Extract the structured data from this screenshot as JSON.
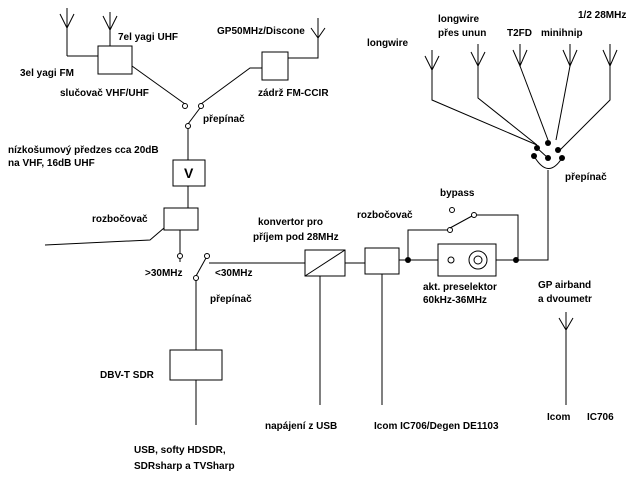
{
  "labels": {
    "yagi7": "7el yagi UHF",
    "yagi3": "3el yagi FM",
    "combiner": "slučovač VHF/UHF",
    "gp50": "GP50MHz/Discone",
    "fmfilter": "zádrž FM-CCIR",
    "switch1": "přepínač",
    "lna1": "nízkošumový předzes cca 20dB",
    "lna2": "na VHF, 16dB UHF",
    "lna_box": "V",
    "splitter1": "rozbočovač",
    "gt30": ">30MHz",
    "lt30": "<30MHz",
    "switch2": "přepínač",
    "converter1": "konvertor pro",
    "converter2": "příjem pod 28MHz",
    "splitter2": "rozbočovač",
    "bypass": "bypass",
    "preselector1": "akt. preselektor",
    "preselector2": "60kHz-36MHz",
    "dvbt": "DBV-T SDR",
    "usb1": "USB, softy HDSDR,",
    "usb2": "SDRsharp a TVSharp",
    "power": "napájení z USB",
    "icom1": "Icom IC706/Degen DE1103",
    "gp_air1": "GP airband",
    "gp_air2": "a dvoumetr",
    "icom2": "Icom",
    "ic706": "IC706",
    "longwire": "longwire",
    "lw_unun1": "longwire",
    "lw_unun2": "přes unun",
    "t2fd": "T2FD",
    "mini": "minihnip",
    "half28": "1/2 28MHz",
    "switch3": "přepínač"
  }
}
